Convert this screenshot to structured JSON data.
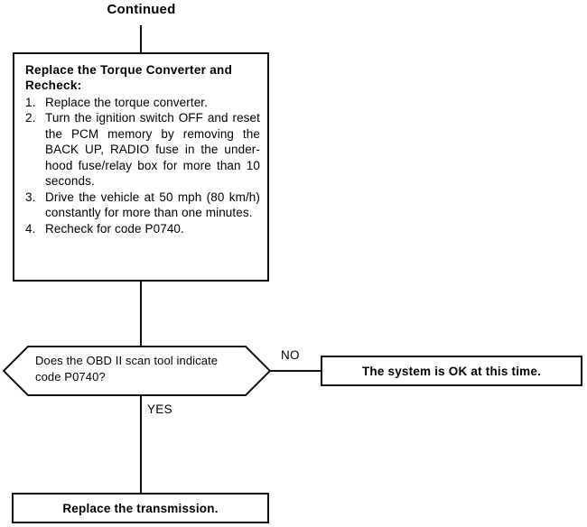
{
  "diagram": {
    "type": "troubleshooting-flowchart",
    "colors": {
      "line": "#111111",
      "background": "#ffffff",
      "text": "#000000"
    },
    "continued_label": "Continued",
    "action_box": {
      "heading": "Replace the Torque Converter and Recheck:",
      "steps": [
        {
          "num": "1.",
          "text": "Replace the torque converter."
        },
        {
          "num": "2.",
          "text": "Turn the ignition switch OFF and reset the PCM memory by removing the BACK UP, RADIO fuse in the under-hood fuse/relay box for more than 10 seconds."
        },
        {
          "num": "3.",
          "text": "Drive the vehicle at 50 mph (80 km/h) constantly for more than one minutes."
        },
        {
          "num": "4.",
          "text": "Recheck for code P0740."
        }
      ]
    },
    "decision": {
      "question": "Does the OBD II scan tool indicate code P0740?",
      "branch_no": "NO",
      "branch_yes": "YES"
    },
    "outcome_no": "The system is OK at this time.",
    "outcome_yes": "Replace the transmission."
  }
}
